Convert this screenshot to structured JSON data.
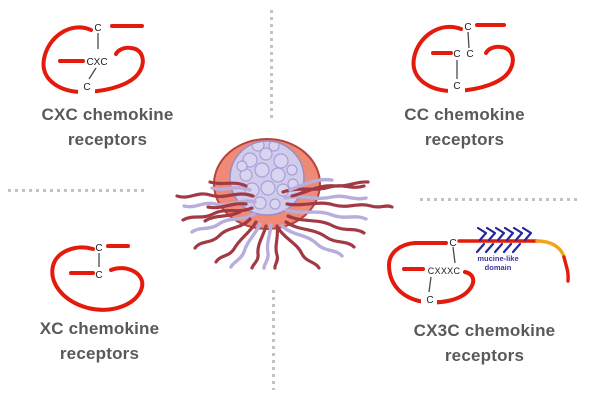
{
  "titles": {
    "cxc": "CXC chemokine receptors",
    "cc": "CC chemokine receptors",
    "xc": "XC chemokine receptors",
    "cx3c": "CX3C chemokine receptors"
  },
  "motifs": {
    "cxc": {
      "top": "C",
      "mid": "CXC",
      "bottom": "C"
    },
    "cc": {
      "top": "C",
      "mid_left": "C",
      "mid_right": "C",
      "bottom": "C"
    },
    "xc": {
      "top": "C",
      "bottom": "C"
    },
    "cx3c": {
      "top": "C",
      "mid": "CXXXC",
      "bottom": "C"
    }
  },
  "cx3c_domain": {
    "line1": "mucine-like",
    "line2": "domain"
  },
  "icons": {
    "center_illustration": "dendritic-cell-illustration"
  },
  "colors": {
    "chain_red": "#e41a0c",
    "tail_orange": "#f2a31b",
    "glyco_blue": "#26269c",
    "domain_text_blue": "#3737a3",
    "title_gray": "#58595b",
    "cysteine_black": "#202020",
    "divider_gray": "#c2c2c2",
    "cell_body_lavender": "#d2cceb",
    "cell_rim_salmon": "#ef8a77",
    "tendril_maroon": "#a23a46",
    "tendril_lavender": "#b7aede"
  }
}
